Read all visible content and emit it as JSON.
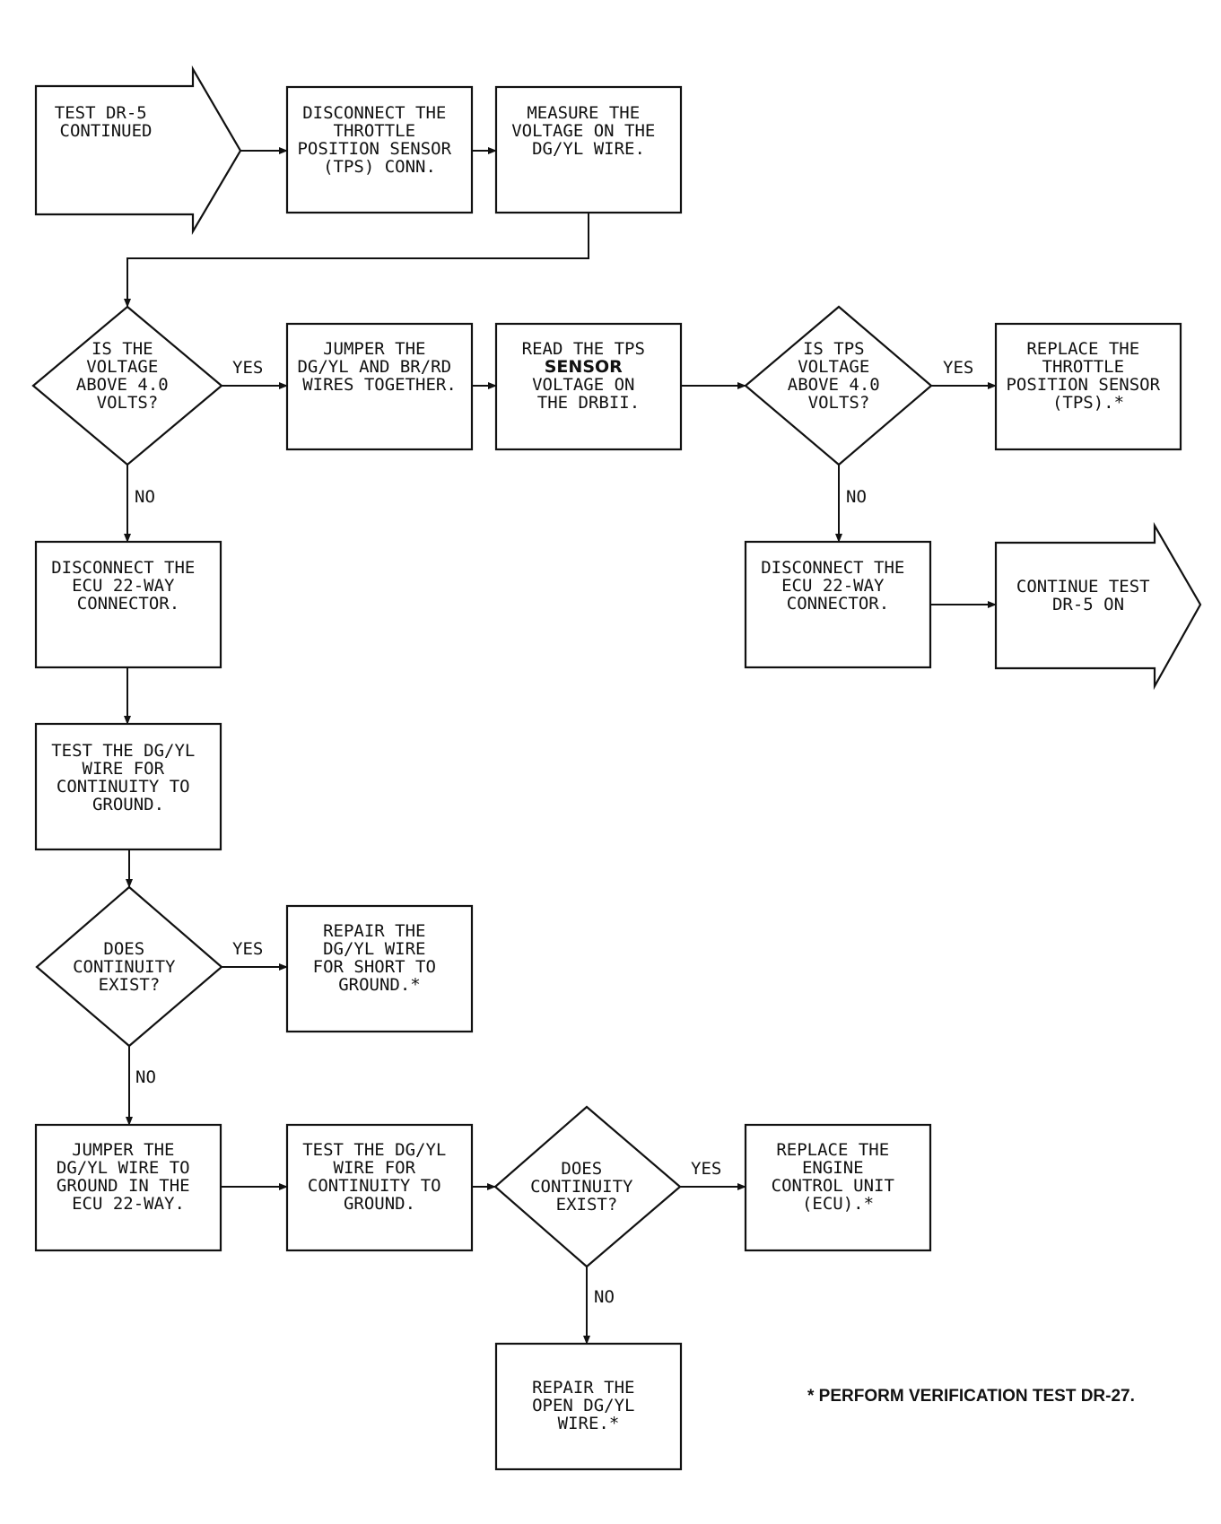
{
  "nodes": {
    "start": {
      "lines": [
        "TEST DR-5",
        "CONTINUED"
      ]
    },
    "b1": {
      "lines": [
        "DISCONNECT THE",
        "THROTTLE",
        "POSITION SENSOR",
        "(TPS) CONN."
      ]
    },
    "b2": {
      "lines": [
        "MEASURE THE",
        "VOLTAGE ON THE",
        "DG/YL WIRE."
      ]
    },
    "d1": {
      "lines": [
        "IS THE",
        "VOLTAGE",
        "ABOVE 4.0",
        "VOLTS?"
      ]
    },
    "b3": {
      "lines": [
        "JUMPER THE",
        "DG/YL AND BR/RD",
        "WIRES TOGETHER."
      ]
    },
    "b4": {
      "lines": [
        "READ THE TPS",
        "SENSOR",
        "VOLTAGE ON",
        "THE DRBII."
      ]
    },
    "d2": {
      "lines": [
        "IS TPS",
        "VOLTAGE",
        "ABOVE 4.0",
        "VOLTS?"
      ]
    },
    "b5": {
      "lines": [
        "REPLACE THE",
        "THROTTLE",
        "POSITION SENSOR",
        "(TPS).*"
      ]
    },
    "b6": {
      "lines": [
        "DISCONNECT THE",
        "ECU 22-WAY",
        "CONNECTOR."
      ]
    },
    "b7": {
      "lines": [
        "DISCONNECT THE",
        "ECU 22-WAY",
        "CONNECTOR."
      ]
    },
    "end": {
      "lines": [
        "CONTINUE TEST",
        "DR-5 ON"
      ]
    },
    "b8": {
      "lines": [
        "TEST THE DG/YL",
        "WIRE FOR",
        "CONTINUITY TO",
        "GROUND."
      ]
    },
    "d3": {
      "lines": [
        "DOES",
        "CONTINUITY",
        "EXIST?"
      ]
    },
    "b9": {
      "lines": [
        "REPAIR THE",
        "DG/YL WIRE",
        "FOR SHORT TO",
        "GROUND.*"
      ]
    },
    "b10": {
      "lines": [
        "JUMPER THE",
        "DG/YL WIRE TO",
        "GROUND IN THE",
        "ECU 22-WAY."
      ]
    },
    "b11": {
      "lines": [
        "TEST THE DG/YL",
        "WIRE FOR",
        "CONTINUITY TO",
        "GROUND."
      ]
    },
    "d4": {
      "lines": [
        "DOES",
        "CONTINUITY",
        "EXIST?"
      ]
    },
    "b12": {
      "lines": [
        "REPLACE THE",
        "ENGINE",
        "CONTROL UNIT",
        "(ECU).*"
      ]
    },
    "b13": {
      "lines": [
        "REPAIR THE",
        "OPEN DG/YL",
        "WIRE.*"
      ]
    }
  },
  "edge_labels": {
    "d1_yes": "YES",
    "d1_no": "NO",
    "d2_yes": "YES",
    "d2_no": "NO",
    "d3_yes": "YES",
    "d3_no": "NO",
    "d4_yes": "YES",
    "d4_no": "NO"
  },
  "footnote": "* PERFORM VERIFICATION TEST DR-27."
}
